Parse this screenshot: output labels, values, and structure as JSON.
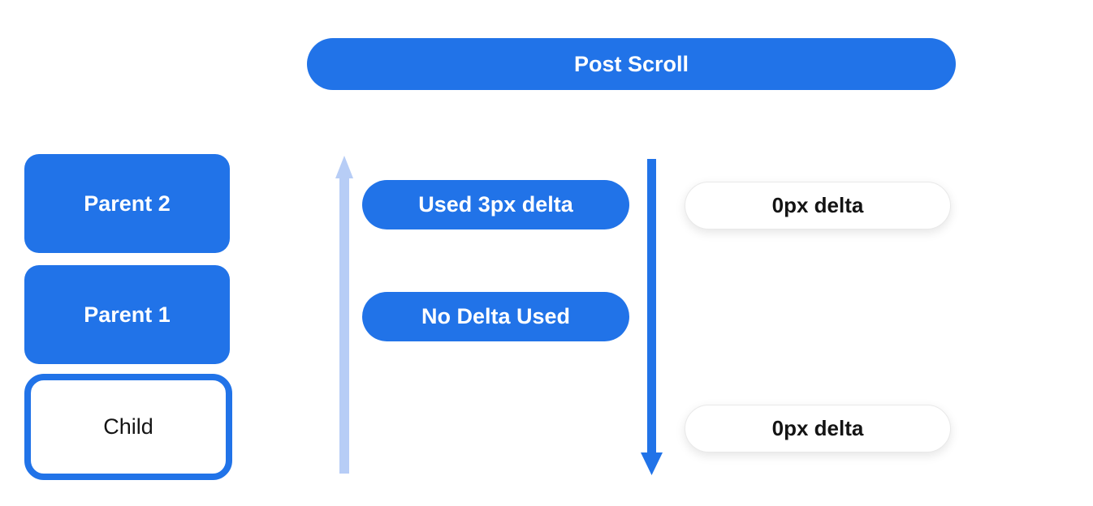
{
  "colors": {
    "primary_blue": "#2173e8",
    "light_blue_arrow": "#b7cdf6",
    "white_pill_border": "#e9e9e9",
    "dark_text": "#141414",
    "white_text": "#ffffff",
    "background": "#ffffff"
  },
  "header": {
    "title": "Post Scroll"
  },
  "widget_stack": {
    "items": [
      {
        "label": "Parent 2",
        "variant": "filled"
      },
      {
        "label": "Parent 1",
        "variant": "filled"
      },
      {
        "label": "Child",
        "variant": "outlined"
      }
    ]
  },
  "scroll_flow": {
    "up_arrow_icon": "scroll-up-arrow",
    "down_arrow_icon": "scroll-down-arrow",
    "delta_labels": [
      {
        "label": "Used 3px delta"
      },
      {
        "label": "No Delta Used"
      }
    ]
  },
  "overscroll_results": {
    "items": [
      {
        "label": "0px delta"
      },
      {
        "label": "0px delta"
      }
    ]
  }
}
